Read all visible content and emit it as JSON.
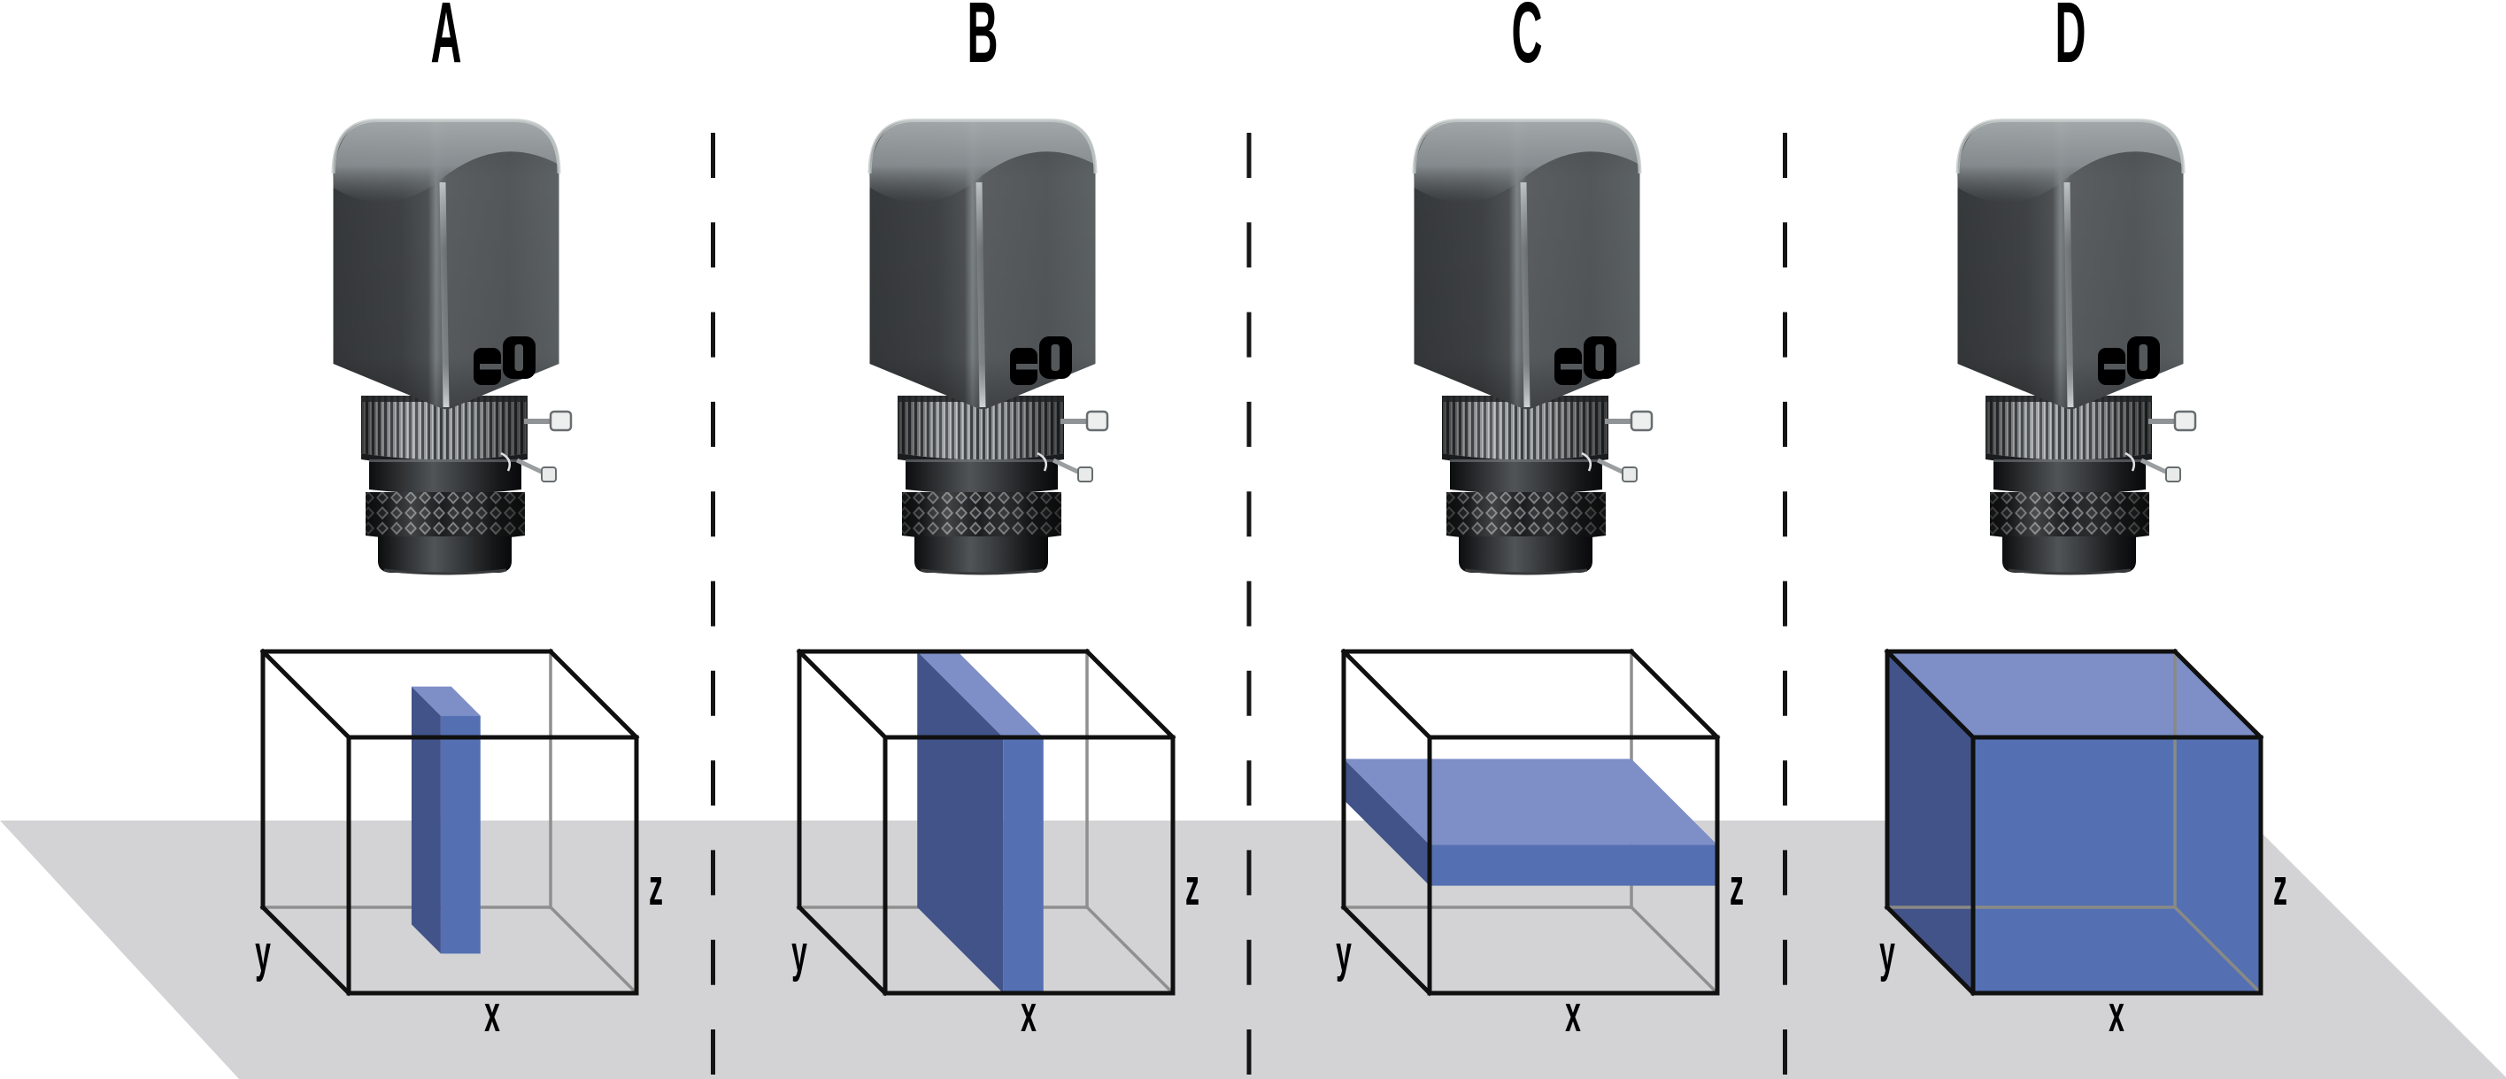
{
  "figure": {
    "panels": [
      {
        "id": "A",
        "label": "A",
        "scan_region": "point-column",
        "slab": {
          "u": [
            0.457,
            0.595
          ],
          "v": [
            0.46,
            0.8
          ],
          "w": [
            0.0,
            0.93
          ]
        },
        "axis_labels": {
          "x": "x",
          "y": "y",
          "z": "z"
        }
      },
      {
        "id": "B",
        "label": "B",
        "scan_region": "vertical-slice",
        "slab": {
          "u": [
            0.41,
            0.55
          ],
          "v": [
            0.0,
            1.0
          ],
          "w": [
            0.0,
            1.0
          ]
        },
        "axis_labels": {
          "x": "x",
          "y": "y",
          "z": "z"
        }
      },
      {
        "id": "C",
        "label": "C",
        "scan_region": "horizontal-slice",
        "slab": {
          "u": [
            0.0,
            1.0
          ],
          "v": [
            0.0,
            1.0
          ],
          "w": [
            0.42,
            0.58
          ]
        },
        "axis_labels": {
          "x": "x",
          "y": "y",
          "z": "z"
        }
      },
      {
        "id": "D",
        "label": "D",
        "scan_region": "full-volume",
        "slab": {
          "u": [
            0.0,
            1.0
          ],
          "v": [
            0.0,
            1.0
          ],
          "w": [
            0.0,
            1.0
          ]
        },
        "hidden_edges_over_solid": true,
        "axis_labels": {
          "x": "x",
          "y": "y",
          "z": "z"
        }
      }
    ],
    "camera": {
      "logo_text": "eo",
      "logo_color": "#f0b607"
    },
    "colors": {
      "slab_front": "#5470b2",
      "slab_side": "#415389",
      "slab_top": "#7e8ec6",
      "floor": "#d3d3d5",
      "edge_black": "#101010",
      "edge_hidden": "#8f8f8f",
      "hidden_over_solid": "#8a8a84",
      "divider_dash": "#141414",
      "label_color": "#000000",
      "camera_body": "#53575a",
      "logo_slot": "#54585a"
    }
  }
}
